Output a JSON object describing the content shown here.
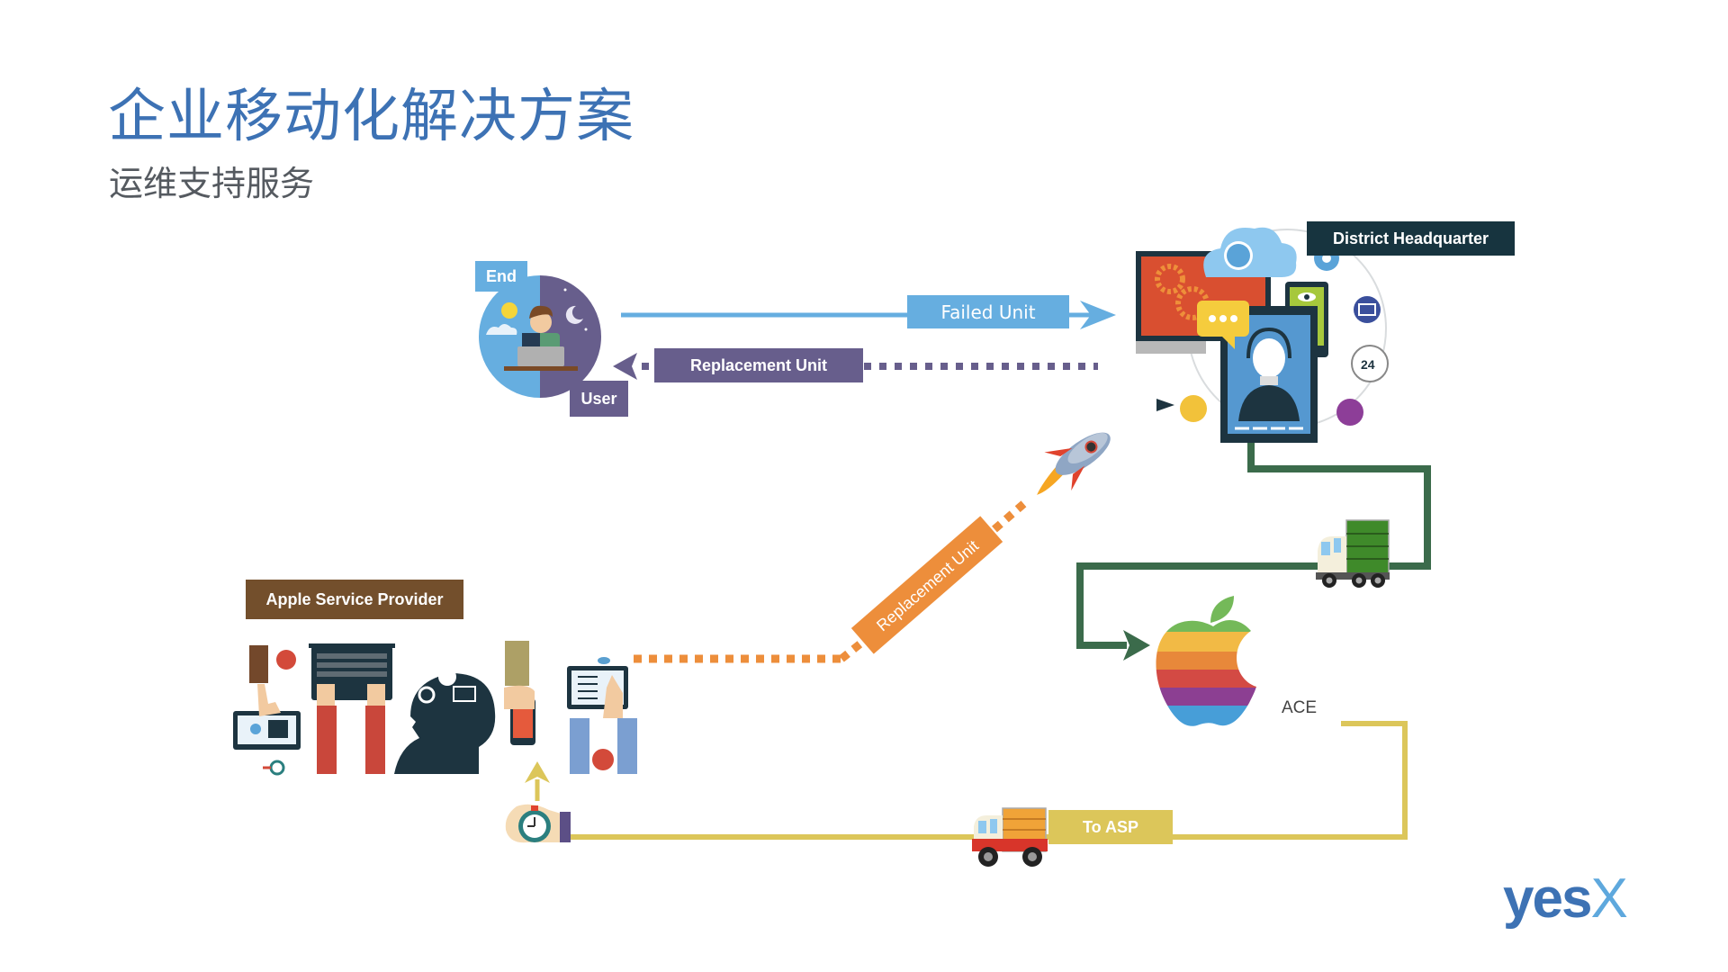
{
  "slide": {
    "title": "企业移动化解决方案",
    "subtitle": "运维支持服务"
  },
  "nodes": {
    "end_user": {
      "label_top": "End",
      "label_bottom": "User",
      "icon": "end-user-day-night-icon"
    },
    "district_hq": {
      "label": "District Headquarter",
      "icon": "support-center-icon"
    },
    "apple_service_provider": {
      "label": "Apple Service Provider",
      "icon": "service-provider-illustration"
    },
    "ace": {
      "label": "ACE",
      "icon": "apple-rainbow-logo"
    }
  },
  "flows": {
    "failed_unit": {
      "label": "Failed Unit",
      "from": "End User",
      "to": "District Headquarter",
      "style": "solid",
      "color": "#66aee0"
    },
    "replacement_unit_to_user": {
      "label": "Replacement Unit",
      "from": "District Headquarter",
      "to": "End User",
      "style": "dotted",
      "color": "#675e8c"
    },
    "replacement_unit_from_asp": {
      "label": "Replacement Unit",
      "from": "Apple Service Provider",
      "to": "District Headquarter",
      "style": "dotted",
      "color": "#ed8e3b",
      "icon": "rocket-icon"
    },
    "hq_to_ace": {
      "label": "",
      "from": "District Headquarter",
      "to": "ACE",
      "style": "solid",
      "color": "#3b6b4b",
      "icon": "delivery-truck-green-icon"
    },
    "to_asp": {
      "label": "To ASP",
      "from": "ACE",
      "to": "Apple Service Provider",
      "style": "solid",
      "color": "#dcc65a",
      "icon": "delivery-truck-orange-icon",
      "end_icon": "stopwatch-hand-icon"
    }
  },
  "colors": {
    "title": "#3d72b4",
    "subtitle": "#555a60",
    "end_label": "#66aee0",
    "user_label": "#675e8c",
    "hq_label": "#17343f",
    "asp_label": "#734f2c",
    "orange": "#ed8e3b",
    "green": "#3b6b4b",
    "yellow": "#dcc65a"
  },
  "brand": {
    "logo_main": "yes",
    "logo_accent": "X"
  }
}
